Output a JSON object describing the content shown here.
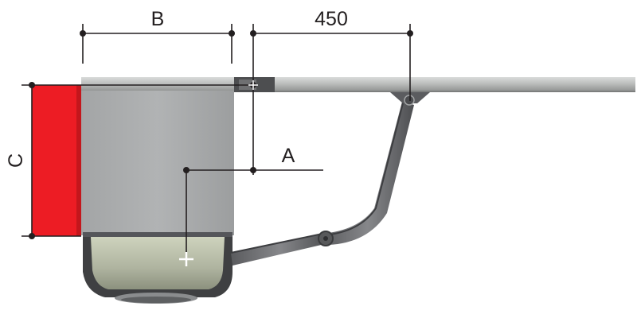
{
  "labels": {
    "b": "B",
    "distance": "450",
    "a": "A",
    "c": "C"
  },
  "colors": {
    "dimension_line": "#231f20",
    "gate_leaf": "#bcbebd",
    "pillar": "#ed1c24",
    "motor_housing": "#a7a9ac",
    "arm": "#6d6e71",
    "arm_dark": "#414042",
    "motor_cover": "#c9cdb8",
    "background": "#ffffff"
  },
  "icons": {
    "motor_axis_marker": "plus-crosshair-icon"
  }
}
